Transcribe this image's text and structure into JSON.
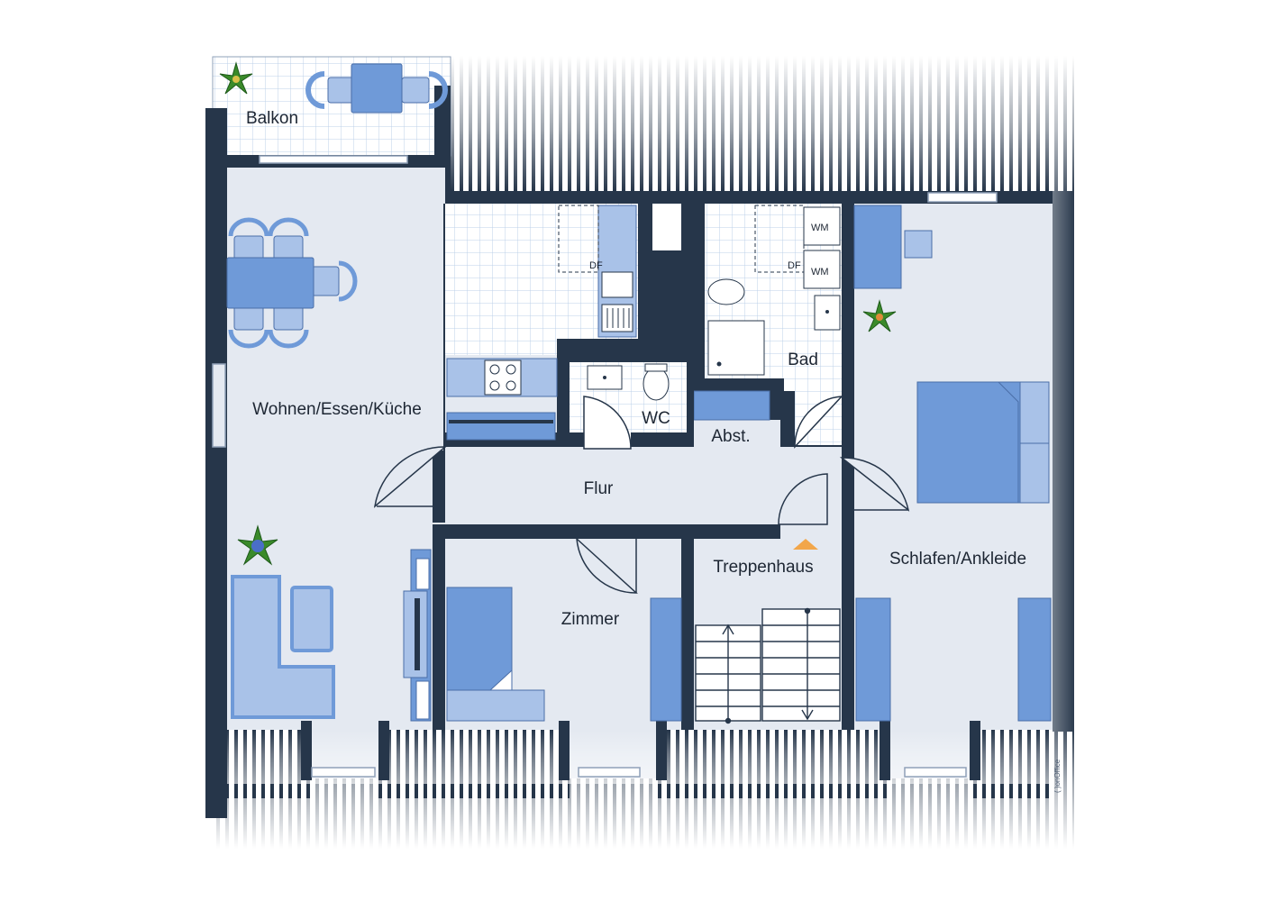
{
  "rooms": {
    "balkon": "Balkon",
    "wohnen": "Wohnen/Essen/Küche",
    "bad": "Bad",
    "wc": "WC",
    "abst": "Abst.",
    "flur": "Flur",
    "treppenhaus": "Treppenhaus",
    "zimmer": "Zimmer",
    "schlafen": "Schlafen/Ankleide"
  },
  "fixtures": {
    "df_kitchen": "DF",
    "df_bath": "DF",
    "wm_top": "WM",
    "wm_bottom": "WM"
  },
  "watermark": "( )onOffice",
  "colors": {
    "wall": "#26364a",
    "floor": "#e4e9f1",
    "tile_line": "#bcd0e8",
    "furniture": "#6f9ad8",
    "furniture_light": "#a9c2e8",
    "stair_arrow": "#f2a64a"
  }
}
